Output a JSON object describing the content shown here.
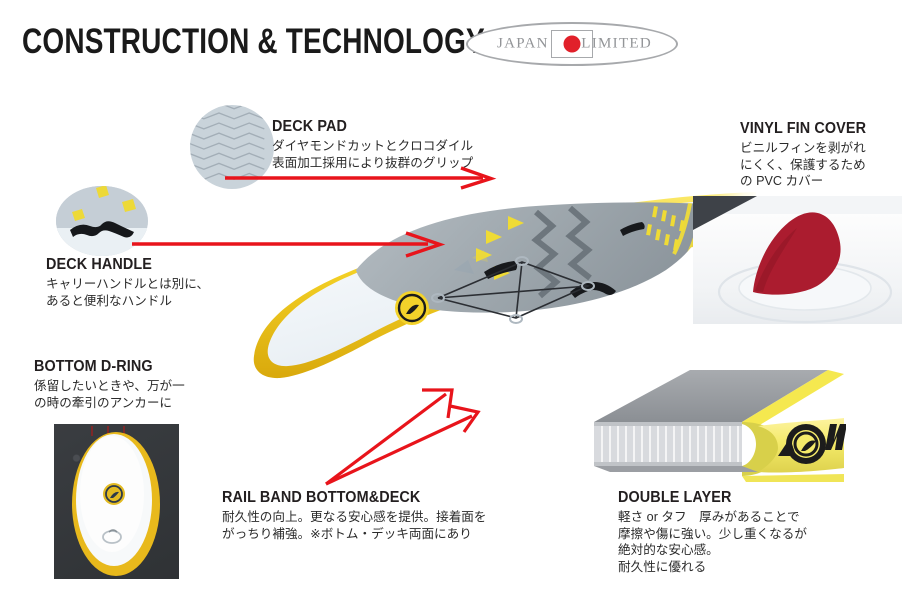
{
  "header": {
    "title": "CONSTRUCTION & TECHNOLOGY",
    "badge": {
      "left_text": "JAPAN",
      "right_text": "LIMITED",
      "flag_name": "japan-flag"
    }
  },
  "callouts": {
    "deck_pad": {
      "title": "DECK PAD",
      "body": "ダイヤモンドカットとクロコダイル\n表面加工採用により抜群のグリップ"
    },
    "deck_handle": {
      "title": "DECK HANDLE",
      "body": "キャリーハンドルとは別に、\nあると便利なハンドル"
    },
    "bottom_d_ring": {
      "title": "BOTTOM D-RING",
      "body": "係留したいときや、万が一\nの時の牽引のアンカーに"
    },
    "vinyl_fin_cover": {
      "title": "VINYL FIN COVER",
      "body": "ビニルフィンを剥がれ\nにくく、保護するため\nの PVC カバー"
    },
    "rail_band": {
      "title": "RAIL BAND BOTTOM&DECK",
      "body": "耐久性の向上。更なる安心感を提供。接着面を\nがっちり補強。※ボトム・デッキ両面にあり"
    },
    "double_layer": {
      "title": "DOUBLE LAYER",
      "body": "軽さ or タフ　厚みがあることで\n摩擦や傷に強い。少し重くなるが\n絶対的な安心感。\n耐久性に優れる"
    }
  },
  "colors": {
    "accent_red": "#e8141b",
    "board_yellow": "#f2d024",
    "board_white": "#eef3f7",
    "deck_gray": "#9aa3a9",
    "fin_red": "#b01b2e",
    "badge_gray": "#939598",
    "text_dark": "#231f20"
  },
  "media": {
    "deck_pad_photo": "deck-pad-texture-photo",
    "deck_handle_photo": "deck-handle-photo",
    "vinyl_fin_photo": "vinyl-fin-cover-photo",
    "bottom_d_ring_photo": "bottom-d-ring-photo",
    "double_layer_photo": "double-layer-cutaway-illustration",
    "board_illustration": "sup-board-illustration"
  }
}
